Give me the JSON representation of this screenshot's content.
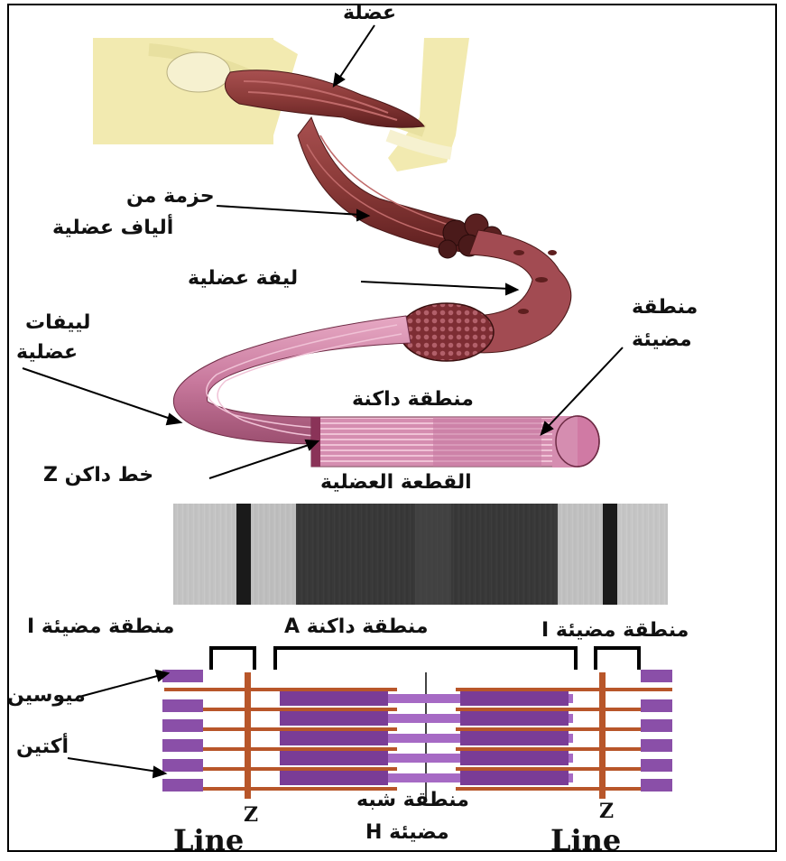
{
  "labels": {
    "muscle": "عضلة",
    "bundle_line1": "حزمة من",
    "bundle_line2": "ألياف عضلية",
    "fiber": "ليفة عضلية",
    "myofibrils_line1": "لييفات",
    "myofibrils_line2": "عضلية",
    "light_zone_top_line1": "منطقة",
    "light_zone_top_line2": "مضيئة",
    "dark_zone_top": "منطقة داكنة",
    "z_dark_line": "خط داكن Z",
    "sarcomere": "القطعة العضلية",
    "light_zone_i_left": "منطقة مضيئة I",
    "dark_zone_a": "منطقة داكنة A",
    "light_zone_i_right": "منطقة مضيئة I",
    "myosin": "ميوسين",
    "actin": "أكتين",
    "h_zone_line1": "منطقة شبه",
    "h_zone_line2": "مضيئة H",
    "z_left": "Z",
    "line_left": "Line",
    "z_right": "Z",
    "line_right": "Line"
  },
  "colors": {
    "muscle": "#8a3a38",
    "muscle_dark": "#5e1f1f",
    "bone": "#f2eab0",
    "myofibril_pink": "#d98fb0",
    "myosin": "#8a4fa8",
    "actin": "#b8562a"
  }
}
